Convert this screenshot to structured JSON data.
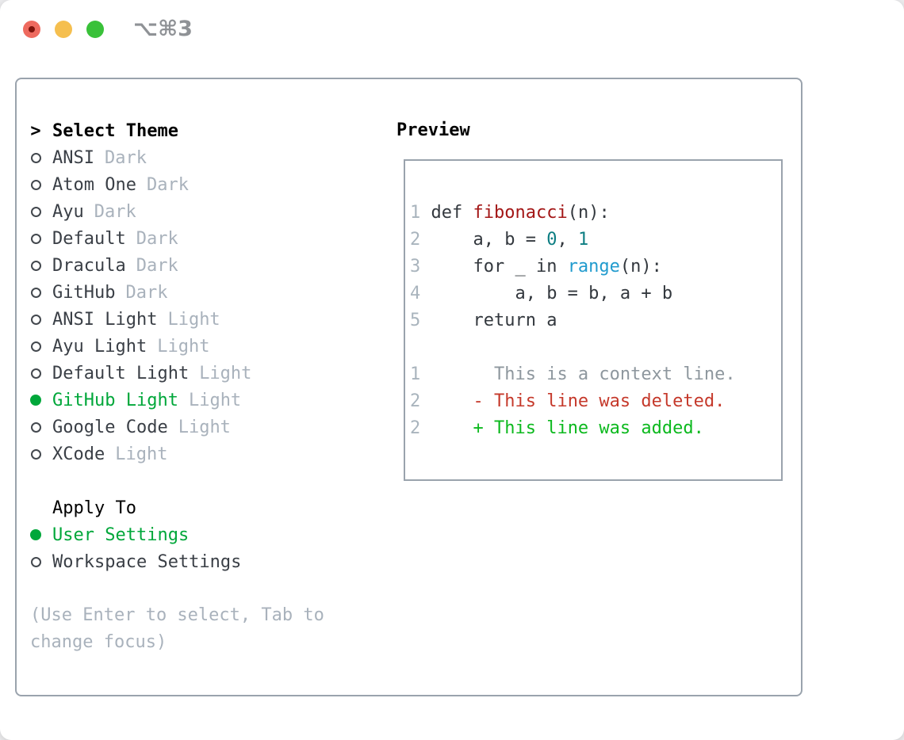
{
  "window": {
    "title": "⌥⌘3"
  },
  "colors": {
    "green": "#00a73a",
    "added-green": "#0cb91e",
    "deleted-red": "#c5392b",
    "func-red": "#a31616",
    "num-teal": "#0d7e83",
    "builtin-blue": "#219bce",
    "code-dark": "#33383e",
    "item-dark": "#3a3f46",
    "muted": "#a9b2bc",
    "linenum": "#a9b4bd",
    "ctx-gray": "#8e979e",
    "border": "#9aa3ad",
    "header-black": "#000000",
    "title-gray": "#8f9296",
    "radio-outline": "#43484e"
  },
  "theme_list": {
    "header_marker": ">",
    "header": "Select Theme",
    "items": [
      {
        "name": "ANSI",
        "variant": "Dark",
        "selected": false
      },
      {
        "name": "Atom One",
        "variant": "Dark",
        "selected": false
      },
      {
        "name": "Ayu",
        "variant": "Dark",
        "selected": false
      },
      {
        "name": "Default",
        "variant": "Dark",
        "selected": false
      },
      {
        "name": "Dracula",
        "variant": "Dark",
        "selected": false
      },
      {
        "name": "GitHub",
        "variant": "Dark",
        "selected": false
      },
      {
        "name": "ANSI Light",
        "variant": "Light",
        "selected": false
      },
      {
        "name": "Ayu Light",
        "variant": "Light",
        "selected": false
      },
      {
        "name": "Default Light",
        "variant": "Light",
        "selected": false
      },
      {
        "name": "GitHub Light",
        "variant": "Light",
        "selected": true
      },
      {
        "name": "Google Code",
        "variant": "Light",
        "selected": false
      },
      {
        "name": "XCode",
        "variant": "Light",
        "selected": false
      }
    ]
  },
  "apply_to": {
    "header": "Apply To",
    "options": [
      {
        "label": "User Settings",
        "selected": true
      },
      {
        "label": "Workspace Settings",
        "selected": false
      }
    ]
  },
  "help_text": "(Use Enter to select, Tab to change focus)",
  "preview": {
    "header": "Preview",
    "code_lines": [
      {
        "num": "1",
        "tokens": [
          {
            "t": "def ",
            "c": "code"
          },
          {
            "t": "fibonacci",
            "c": "func"
          },
          {
            "t": "(n):",
            "c": "code"
          }
        ]
      },
      {
        "num": "2",
        "tokens": [
          {
            "t": "    a, b = ",
            "c": "code"
          },
          {
            "t": "0",
            "c": "num"
          },
          {
            "t": ", ",
            "c": "code"
          },
          {
            "t": "1",
            "c": "num"
          }
        ]
      },
      {
        "num": "3",
        "tokens": [
          {
            "t": "    for _ in ",
            "c": "code"
          },
          {
            "t": "range",
            "c": "builtin"
          },
          {
            "t": "(n):",
            "c": "code"
          }
        ]
      },
      {
        "num": "4",
        "tokens": [
          {
            "t": "        a, b = b, a + b",
            "c": "code"
          }
        ]
      },
      {
        "num": "5",
        "tokens": [
          {
            "t": "    return a",
            "c": "code"
          }
        ]
      }
    ],
    "diff_lines": [
      {
        "num": "1",
        "prefix": "  ",
        "text": "This is a context line.",
        "c": "ctx"
      },
      {
        "num": "2",
        "prefix": "- ",
        "text": "This line was deleted.",
        "c": "del"
      },
      {
        "num": "2",
        "prefix": "+ ",
        "text": "This line was added.",
        "c": "add"
      }
    ]
  }
}
